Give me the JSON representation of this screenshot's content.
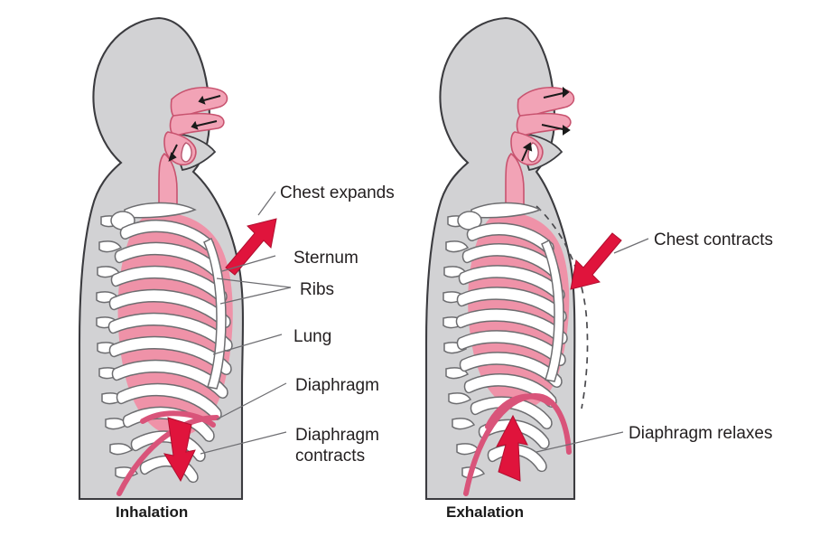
{
  "figure": {
    "title_absent": true,
    "background_color": "#ffffff",
    "palette": {
      "body_gray": "#d2d2d4",
      "lung_pink": "#ef92a8",
      "airway_pink": "#f2a3b6",
      "bone_white": "#ffffff",
      "arrow_red": "#e0143c",
      "diaphragm_pink": "#d9547a",
      "text_black": "#231f20",
      "leader_gray": "#6e6e72"
    }
  },
  "panels": [
    {
      "id": "inhalation",
      "caption": "Inhalation",
      "labels": [
        {
          "id": "chest-expands",
          "text": "Chest expands"
        },
        {
          "id": "sternum",
          "text": "Sternum"
        },
        {
          "id": "ribs",
          "text": "Ribs"
        },
        {
          "id": "lung",
          "text": "Lung"
        },
        {
          "id": "diaphragm",
          "text": "Diaphragm"
        },
        {
          "id": "diaphragm-contracts",
          "text_line1": "Diaphragm",
          "text_line2": "contracts"
        }
      ],
      "arrows": [
        {
          "id": "chest-arrow",
          "direction": "up-right",
          "meaning": "rib cage moves up and out"
        },
        {
          "id": "diaphragm-arrow",
          "direction": "down",
          "meaning": "diaphragm pulls downward"
        }
      ],
      "diaphragm_shape": "flattened"
    },
    {
      "id": "exhalation",
      "caption": "Exhalation",
      "labels": [
        {
          "id": "chest-contracts",
          "text": "Chest contracts"
        },
        {
          "id": "diaphragm-relaxes",
          "text": "Diaphragm relaxes"
        }
      ],
      "arrows": [
        {
          "id": "chest-arrow",
          "direction": "down-left",
          "meaning": "rib cage moves down and in"
        },
        {
          "id": "diaphragm-arrow",
          "direction": "up",
          "meaning": "diaphragm pushes upward"
        }
      ],
      "diaphragm_shape": "domed",
      "dashed_outline_meaning": "previous expanded chest position"
    }
  ]
}
